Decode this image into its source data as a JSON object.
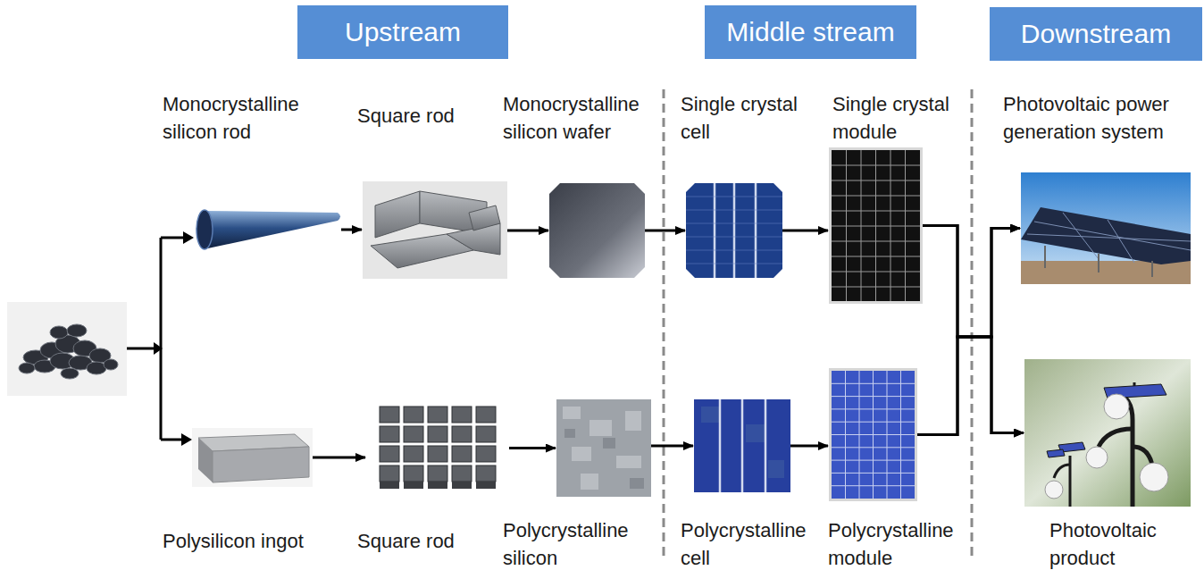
{
  "diagram": {
    "nodes": [
      {
        "text": [
          "Upstream"
        ]
      },
      {
        "text": [
          "Middle stream"
        ]
      },
      {
        "text": [
          "Downstream"
        ]
      },
      {
        "text": [
          "Monocrystalline silicon rod"
        ]
      },
      {
        "text": [
          "Square rod"
        ]
      },
      {
        "text": [
          "Monocrystalline silicon wafer"
        ]
      },
      {
        "text": [
          "Single crystal cell"
        ]
      },
      {
        "text": [
          "Single crystal module"
        ]
      },
      {
        "text": [
          "Photovoltaic power generation system"
        ]
      },
      {
        "text": [
          "Polysilicon ingot"
        ]
      },
      {
        "text": [
          "Square rod"
        ]
      },
      {
        "text": [
          "Polycrystalline silicon"
        ]
      },
      {
        "text": [
          "Polycrystalline cell"
        ]
      },
      {
        "text": [
          "Polycrystalline module"
        ]
      },
      {
        "text": [
          "Photovoltaic product"
        ]
      }
    ],
    "edges": [
      {
        "from": 3,
        "to": 4,
        "arrow": "to"
      },
      {
        "from": 4,
        "to": 5,
        "arrow": "to"
      },
      {
        "from": 5,
        "to": 6,
        "arrow": "to"
      },
      {
        "from": 6,
        "to": 7,
        "arrow": "to"
      },
      {
        "from": 7,
        "to": 8,
        "arrow": "to"
      },
      {
        "from": 7,
        "to": 14,
        "arrow": "to"
      },
      {
        "from": 9,
        "to": 10,
        "arrow": "to"
      },
      {
        "from": 10,
        "to": 11,
        "arrow": "to"
      },
      {
        "from": 11,
        "to": 12,
        "arrow": "to"
      },
      {
        "from": 12,
        "to": 13,
        "arrow": "to"
      },
      {
        "from": 13,
        "to": 8,
        "arrow": "to"
      },
      {
        "from": 13,
        "to": 14,
        "arrow": "to"
      }
    ]
  }
}
